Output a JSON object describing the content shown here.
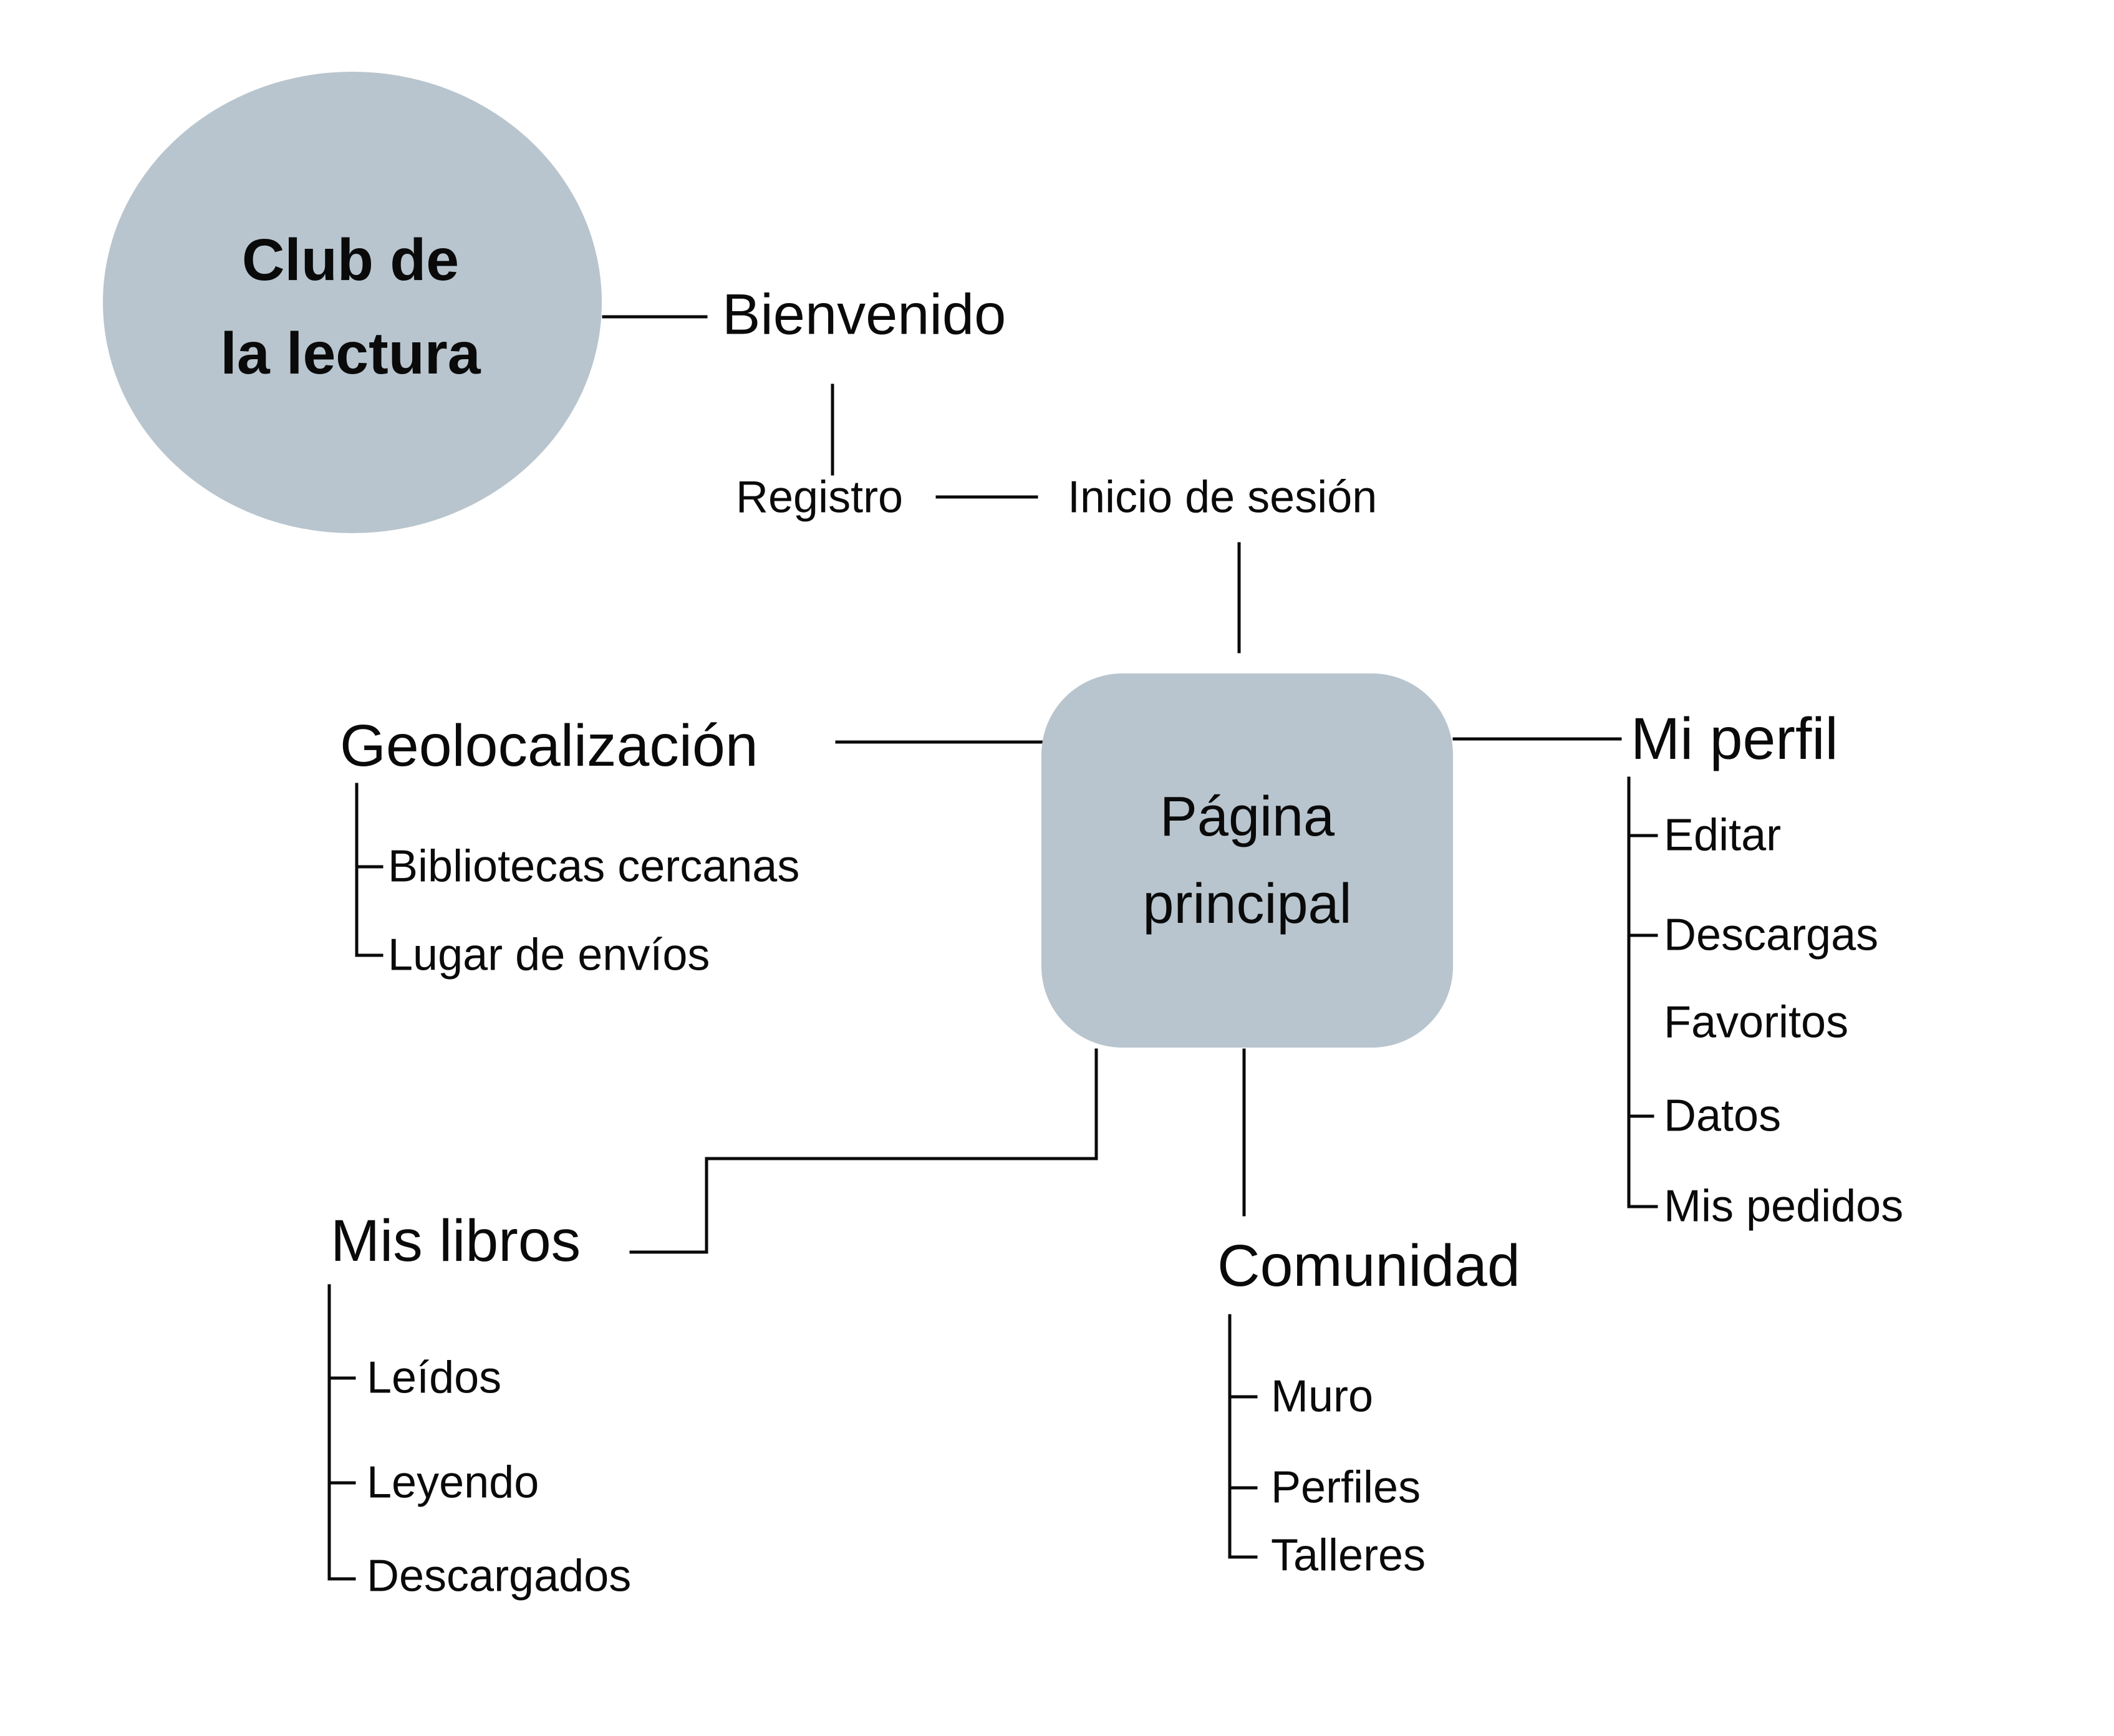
{
  "colors": {
    "node_fill": "#b8c5ce",
    "line": "#0a0a0a",
    "text": "#0a0a0a",
    "background": "#ffffff"
  },
  "nodes": {
    "root": {
      "line1": "Club de",
      "line2": "la lectura"
    },
    "bienvenido": {
      "label": "Bienvenido"
    },
    "registro": {
      "label": "Registro"
    },
    "inicio_sesion": {
      "label": "Inicio de sesión"
    },
    "pagina_principal": {
      "line1": "Página",
      "line2": "principal"
    },
    "geolocalizacion": {
      "label": "Geolocalización",
      "children": [
        "Bibliotecas cercanas",
        "Lugar de envíos"
      ]
    },
    "mi_perfil": {
      "label": "Mi perfil",
      "children": [
        "Editar",
        "Descargas",
        "Favoritos",
        "Datos",
        "Mis pedidos"
      ]
    },
    "mis_libros": {
      "label": "Mis libros",
      "children": [
        "Leídos",
        "Leyendo",
        "Descargados"
      ]
    },
    "comunidad": {
      "label": "Comunidad",
      "children": [
        "Muro",
        "Perfiles",
        "Talleres"
      ]
    }
  }
}
